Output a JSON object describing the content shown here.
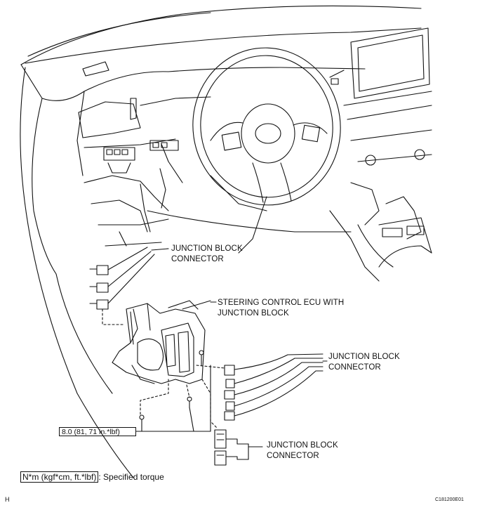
{
  "labels": {
    "jb_connector_top": [
      "JUNCTION BLOCK",
      "CONNECTOR"
    ],
    "steering_ecu": [
      "STEERING CONTROL ECU WITH",
      "JUNCTION BLOCK"
    ],
    "jb_connector_right": [
      "JUNCTION BLOCK",
      "CONNECTOR"
    ],
    "jb_connector_bottom": [
      "JUNCTION BLOCK",
      "CONNECTOR"
    ]
  },
  "torque_value": "8.0 (81, 71 in.*lbf)",
  "legend": {
    "unit": "N*m (kgf*cm, ft.*lbf)",
    "text": ": Specified torque"
  },
  "corner_letter": "H",
  "figure_code": "C181200E01"
}
